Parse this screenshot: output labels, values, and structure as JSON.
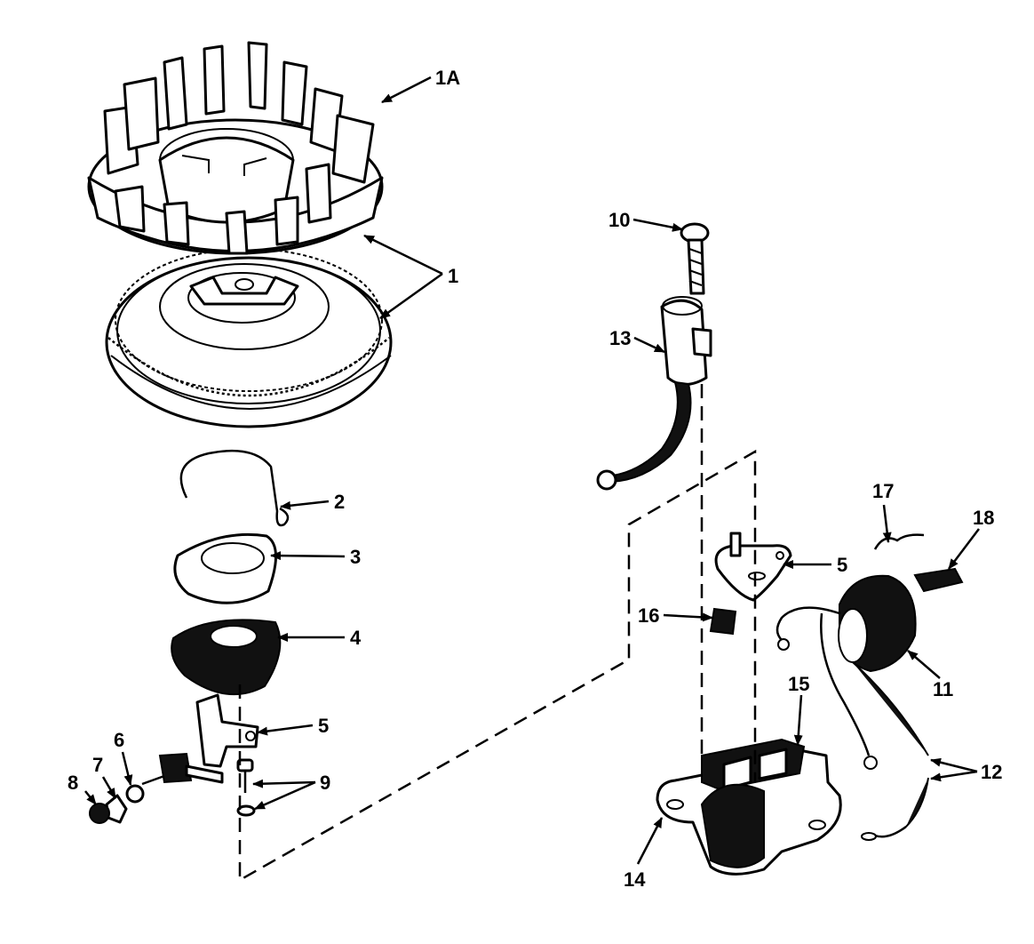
{
  "labels": {
    "l1A": "1A",
    "l1": "1",
    "l2": "2",
    "l3": "3",
    "l4": "4",
    "l5a": "5",
    "l5b": "5",
    "l6": "6",
    "l7": "7",
    "l8": "8",
    "l9": "9",
    "l10": "10",
    "l11": "11",
    "l12": "12",
    "l13": "13",
    "l14": "14",
    "l15": "15",
    "l16": "16",
    "l17": "17",
    "l18": "18"
  }
}
